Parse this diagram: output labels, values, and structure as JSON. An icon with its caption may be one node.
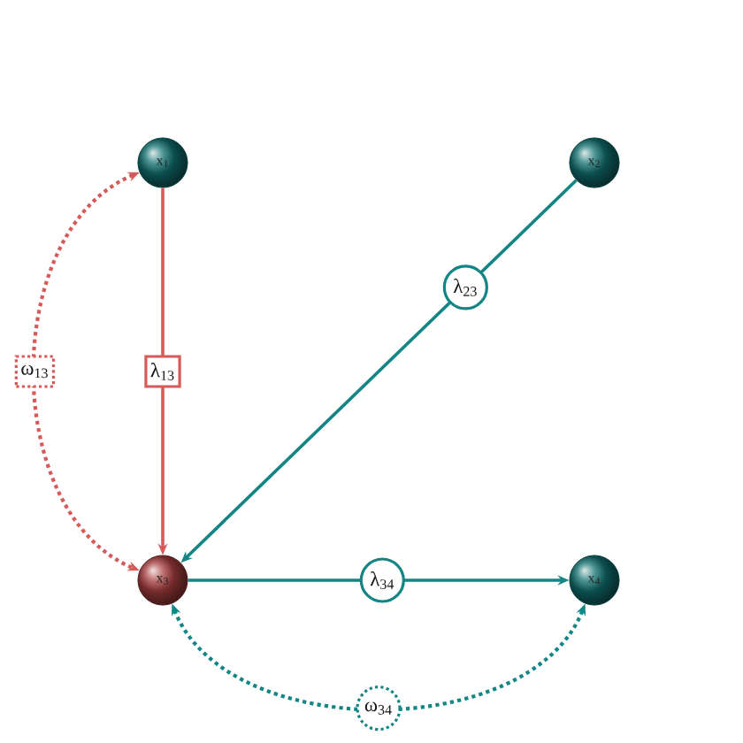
{
  "diagram": {
    "nodes": [
      {
        "text": [
          "x$_{1}$"
        ]
      },
      {
        "text": [
          "x$_{2}$"
        ]
      },
      {
        "text": [
          "x$_{3}$"
        ]
      },
      {
        "text": [
          "x$_{4}$"
        ]
      }
    ],
    "edges": [
      {
        "from": 0,
        "to": 2,
        "arrow": "to",
        "label": "λ$_{13}$",
        "color": "#d65a5a"
      },
      {
        "from": 1,
        "to": 2,
        "arrow": "to",
        "label": "λ$_{23}$"
      },
      {
        "from": 2,
        "to": 3,
        "arrow": "to",
        "label": "λ$_{34}$"
      },
      {
        "from": 0,
        "to": 2,
        "arrow": "both",
        "label": "ω$_{13}$",
        "style": "dashed",
        "color": "#d65a5a"
      },
      {
        "from": 2,
        "to": 3,
        "arrow": "both",
        "label": "ω$_{34}$",
        "style": "dashed"
      }
    ]
  }
}
